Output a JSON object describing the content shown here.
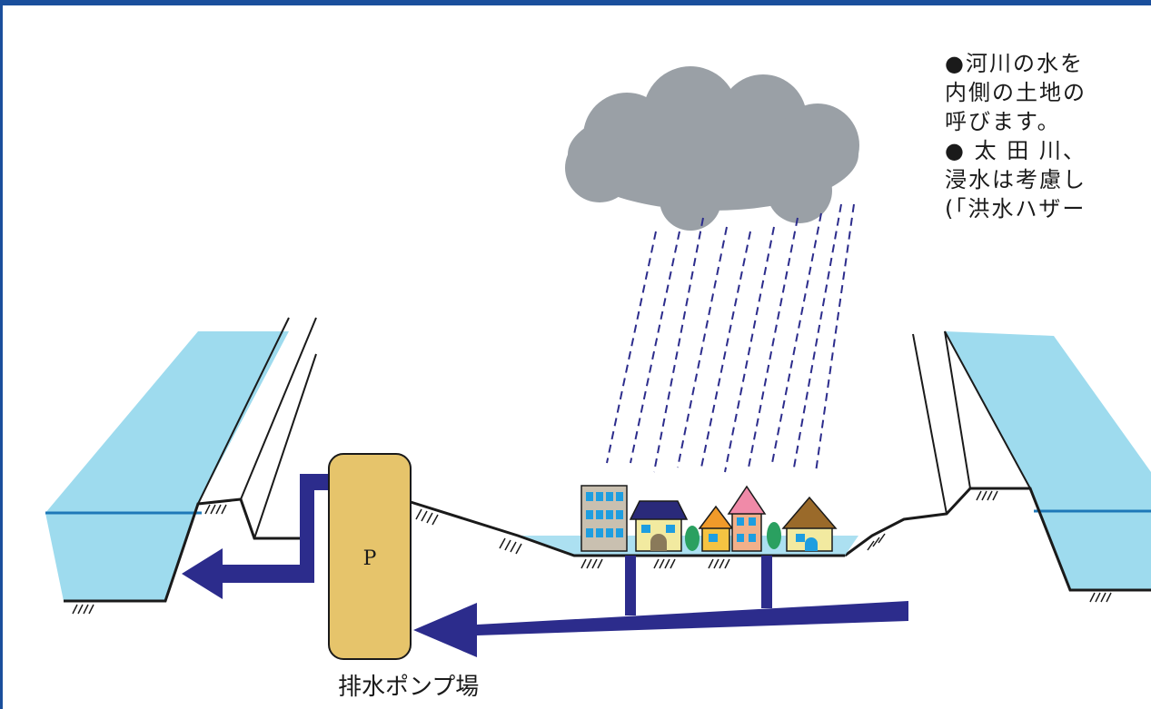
{
  "description": {
    "lines": [
      "●河川の水を",
      "内側の土地の",
      "呼びます。",
      "● 太 田 川、",
      "浸水は考慮し",
      "(「洪水ハザー"
    ]
  },
  "pump": {
    "symbol": "P",
    "caption": "排水ポンプ場"
  },
  "colors": {
    "frame": "#1a4f9c",
    "river_water": "#9edbee",
    "water_line": "#1e78b8",
    "flow_arrow": "#2c2c8c",
    "pump_station": "#e6c46b",
    "cloud": "#9aa0a6",
    "rain": "#2c2c8c",
    "ground": "#1a1a1a"
  },
  "icons": [
    "rain-cloud-icon",
    "pump-station-icon",
    "building-icon",
    "house-icon",
    "tree-icon",
    "flow-arrow-icon"
  ]
}
